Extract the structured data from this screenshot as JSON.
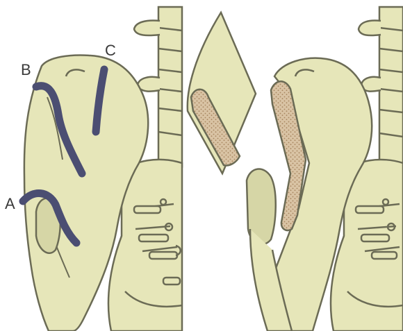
{
  "labels": {
    "a": "A",
    "b": "B",
    "c": "C"
  },
  "colors": {
    "bone": "#e6e6b9",
    "bone_shadow": "#d6d6a6",
    "outline": "#6b6b55",
    "cut_line": "#4b4e72",
    "marrow": "#d9c3a4",
    "marrow_dot": "#a7855f",
    "background": "#ffffff"
  }
}
